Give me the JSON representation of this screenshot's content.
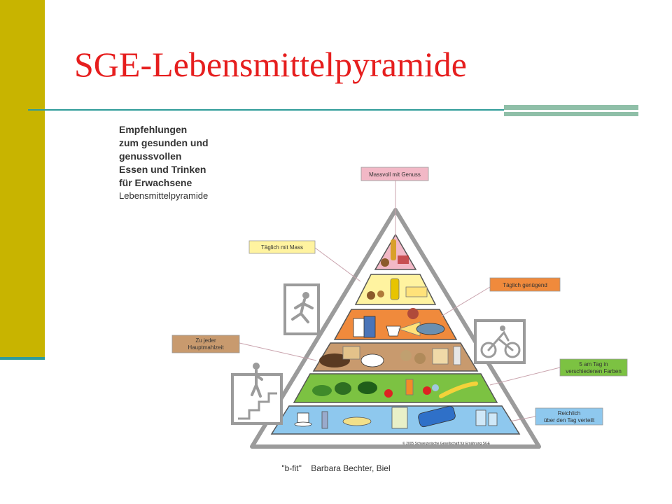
{
  "slide": {
    "title": "SGE-Lebensmittelpyramide",
    "footer": "\"b-fit\"    Barbara Bechter, Biel"
  },
  "figure": {
    "heading_lines": [
      "Empfehlungen",
      "zum gesunden und",
      "genussvollen",
      "Essen und Trinken",
      "für Erwachsene"
    ],
    "subheading": "Lebensmittelpyramide",
    "levels": [
      {
        "label_lines": [
          "Massvoll mit Genuss"
        ],
        "color": "#f2b8c6"
      },
      {
        "label_lines": [
          "Täglich mit Mass"
        ],
        "color": "#fff3a0"
      },
      {
        "label_lines": [
          "Täglich genügend"
        ],
        "color": "#f08a3c"
      },
      {
        "label_lines": [
          "Zu jeder",
          "Hauptmahlzeit"
        ],
        "color": "#c89a6e"
      },
      {
        "label_lines": [
          "5 am Tag in",
          "verschiedenen Farben"
        ],
        "color": "#7cc242"
      },
      {
        "label_lines": [
          "Reichlich",
          "über den Tag verteilt"
        ],
        "color": "#8ec8ee"
      }
    ],
    "copyright": "© 2005 Schweizerische Gesellschaft für Ernährung SGE"
  },
  "colors": {
    "sidebar": "#c8b400",
    "accent_teal": "#2f9c99",
    "rule_thick": "#8fbfa8",
    "title_red": "#e61e1e",
    "frame_gray": "#9b9b9b",
    "label_text": "#333333"
  },
  "icons": [
    "running-person-icon",
    "cyclist-icon",
    "stairs-climbing-icon"
  ]
}
